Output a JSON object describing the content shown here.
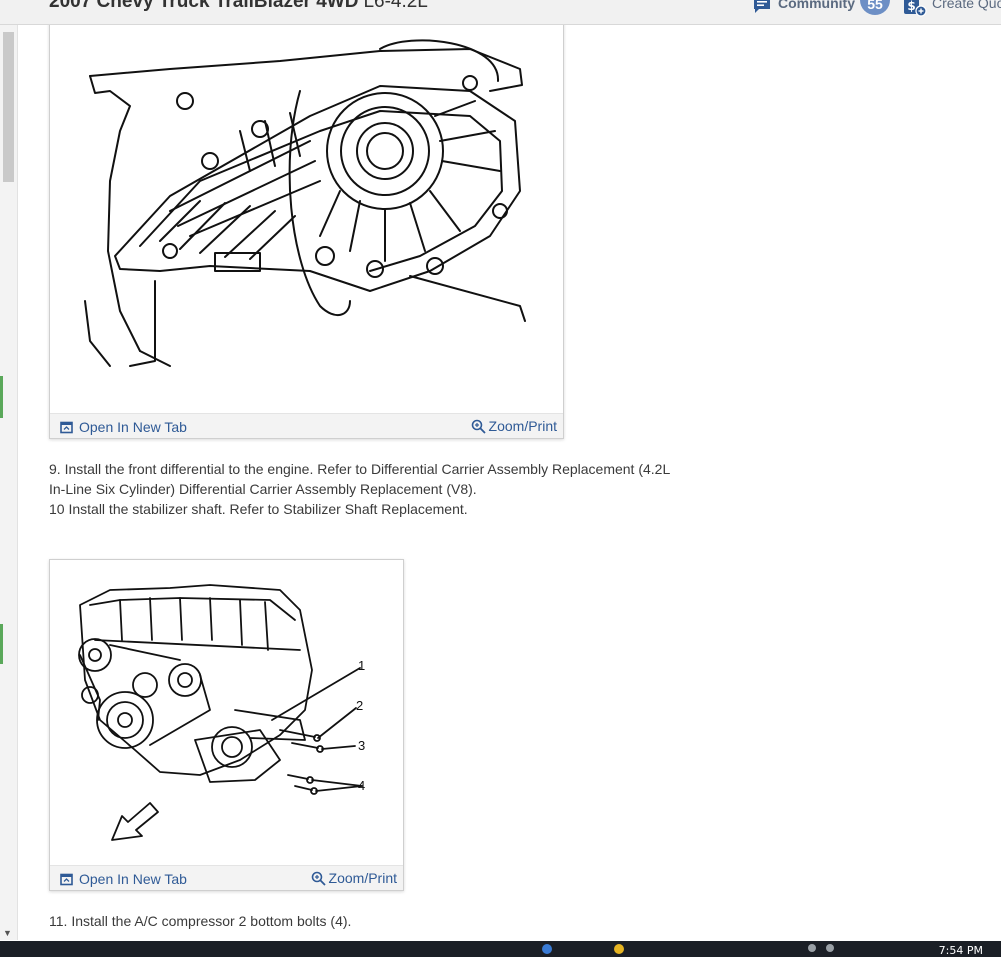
{
  "header": {
    "vehicle_model": "2007 Chevy Truck TrailBlazer 4WD",
    "vehicle_engine": "L6-4.2L",
    "community_label": "Community",
    "community_count": "55",
    "create_quote_label": "Create Quo"
  },
  "figures": [
    {
      "open_tab_label": "Open In New Tab",
      "zoom_label": "Zoom/Print"
    },
    {
      "open_tab_label": "Open In New Tab",
      "zoom_label": "Zoom/Print",
      "callouts": [
        "1",
        "2",
        "3",
        "4"
      ]
    }
  ],
  "steps": {
    "step9_line1": " 9. Install the front differential to the engine. Refer to Differential Carrier Assembly Replacement (4.2L",
    "step9_line2": "In-Line Six Cylinder) Differential Carrier Assembly Replacement (V8).",
    "step10": "10  Install the stabilizer shaft. Refer to Stabilizer Shaft Replacement.",
    "step11": "11. Install the A/C compressor 2 bottom bolts (4)."
  },
  "taskbar": {
    "clock": "7:54 PM"
  },
  "colors": {
    "link": "#2f5a96",
    "badge": "#6d8fc5",
    "header_bg": "#f1f1f1",
    "taskbar_bg": "#1b1f26"
  }
}
